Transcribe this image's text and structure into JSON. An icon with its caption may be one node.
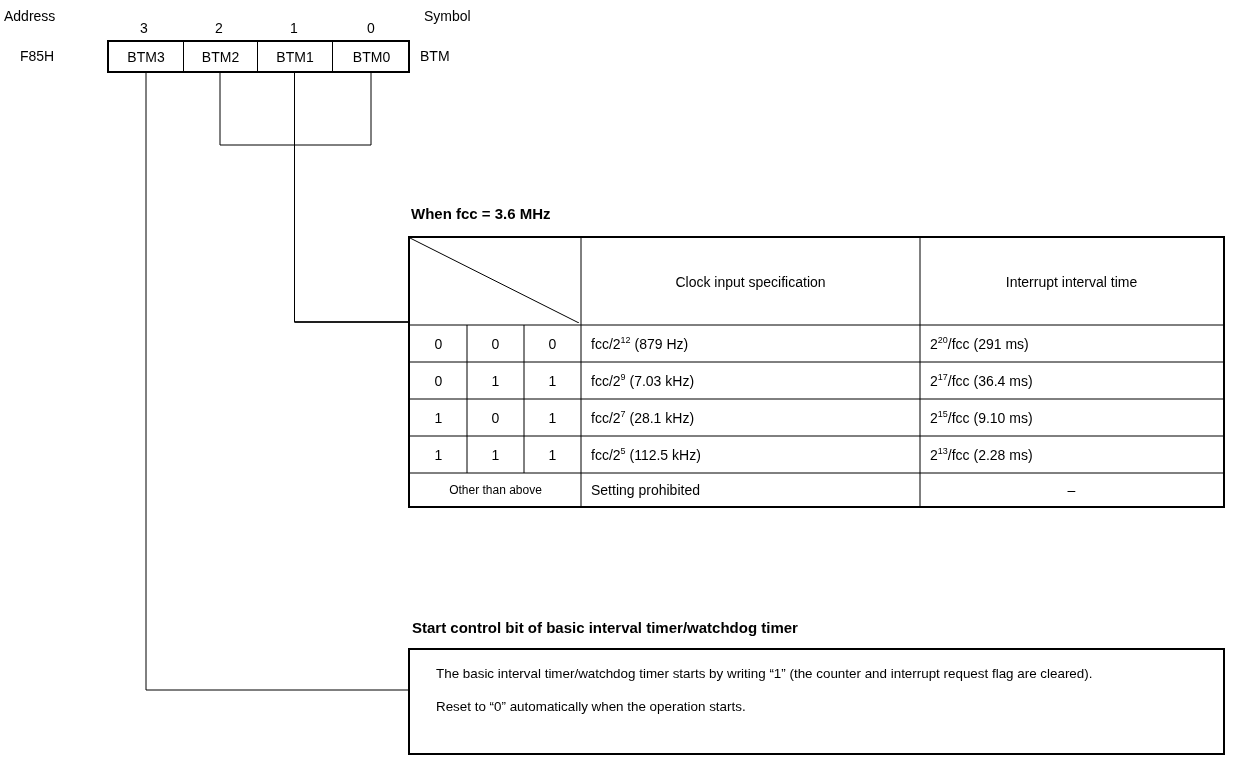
{
  "diagram": {
    "nodes": [
      {
        "text": [],
        "shape": "box"
      },
      {
        "text": [
          "BTM3"
        ],
        "in": 0
      },
      {
        "text": [
          "BTM2"
        ],
        "in": 0
      },
      {
        "text": [
          "BTM1"
        ],
        "in": 0
      },
      {
        "text": [
          "BTM0"
        ],
        "in": 0
      },
      {
        "text": [
          "When fcc = 3.6 MHz",
          "Clock input specification",
          "Interrupt interval time",
          "0",
          "0",
          "0",
          "fcc/2$^{12}$ (879 Hz)",
          "2$^{20}$/fcc (291 ms)",
          "0",
          "1",
          "1",
          "fcc/2$^{9}$ (7.03 kHz)",
          "2$^{17}$/fcc (36.4 ms)",
          "1",
          "0",
          "1",
          "fcc/2$^{7}$ (28.1 kHz)",
          "2$^{15}$/fcc (9.10 ms)",
          "1",
          "1",
          "1",
          "fcc/2$^{5}$ (112.5 kHz)",
          "2$^{13}$/fcc (2.28 ms)",
          "Other than above",
          "Setting prohibited",
          "–"
        ]
      },
      {
        "text": [
          "Start control bit of basic interval timer/watchdog timer",
          "The basic interval timer/watchdog timer starts by writing “1” (the counter and interrupt request flag are cleared).",
          "Reset to “0” automatically when the operation starts."
        ]
      }
    ],
    "edges": [
      {
        "from": 2,
        "to": 5,
        "arrow": "none"
      },
      {
        "from": 3,
        "to": 5,
        "arrow": "none"
      },
      {
        "from": 4,
        "to": 5,
        "arrow": "none"
      },
      {
        "from": 1,
        "to": 6,
        "arrow": "none"
      }
    ],
    "labels": [
      "Address",
      "Symbol",
      "3",
      "2",
      "1",
      "0",
      "F85H",
      "BTM"
    ]
  }
}
